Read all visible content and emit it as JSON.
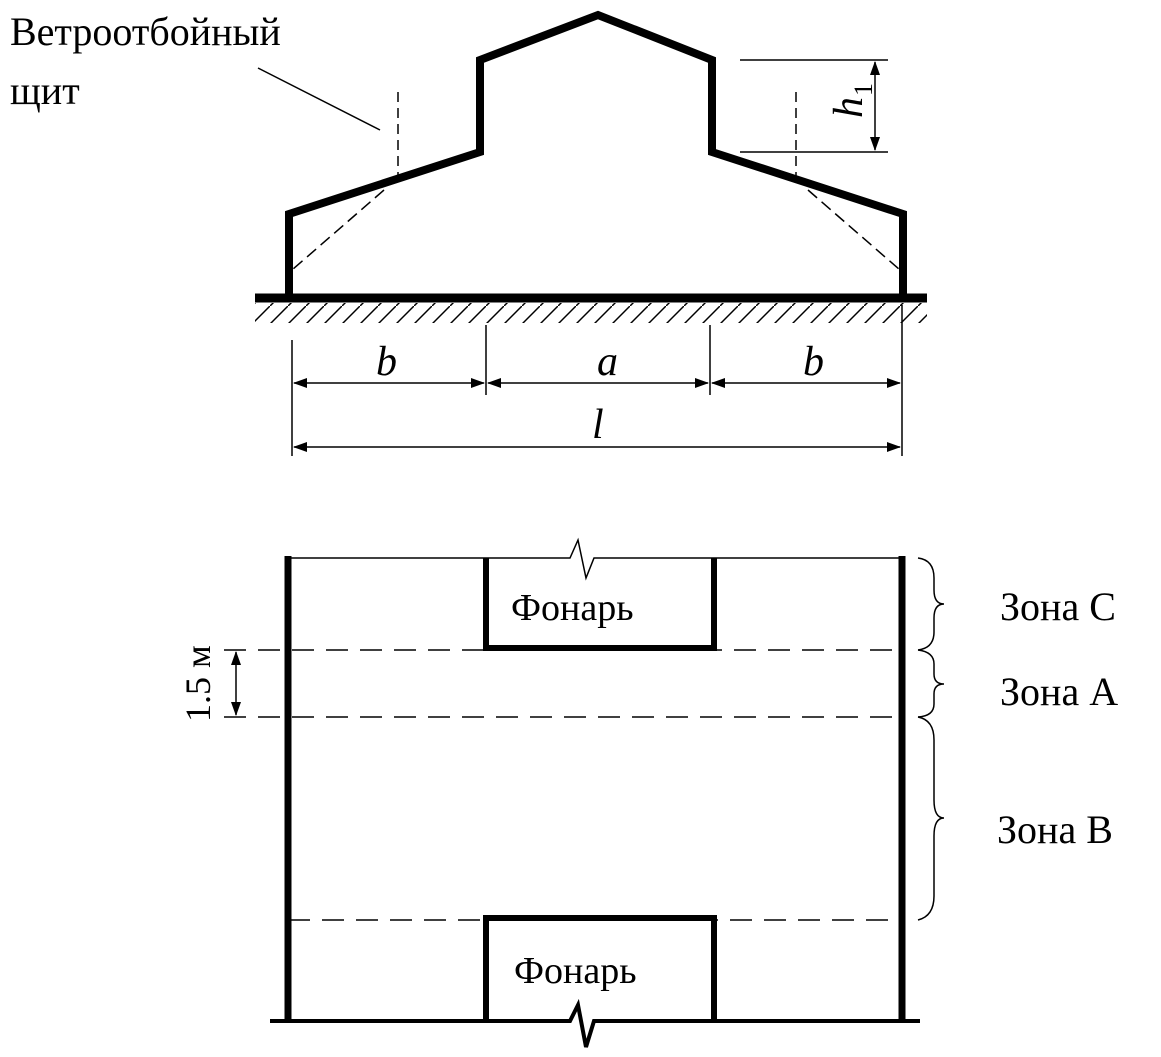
{
  "labels": {
    "windbreak_line1": "Ветроотбойный",
    "windbreak_line2": "щит",
    "h1_symbol": "h",
    "h1_subscript": "1",
    "dim_b_left": "b",
    "dim_a": "a",
    "dim_b_right": "b",
    "dim_l": "l",
    "skylight_top": "Фонарь",
    "skylight_bottom": "Фонарь",
    "dim_1_5m": "1.5 м",
    "zone_c": "Зона С",
    "zone_a": "Зона А",
    "zone_b": "Зона В"
  },
  "colors": {
    "ink": "#000000",
    "background": "#ffffff"
  }
}
